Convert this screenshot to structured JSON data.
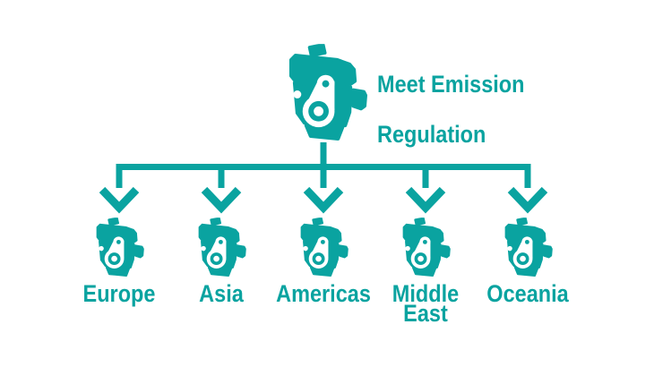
{
  "diagram": {
    "type": "tree",
    "accent_color": "#0aa3a0",
    "background_color": "#ffffff",
    "root": {
      "icon": "engine-icon",
      "title_line1": "Meet Emission",
      "title_line2": "Regulation",
      "title": "Meet Emission Regulation"
    },
    "regions": [
      {
        "icon": "engine-icon",
        "label": "Europe"
      },
      {
        "icon": "engine-icon",
        "label": "Asia"
      },
      {
        "icon": "engine-icon",
        "label": "Americas"
      },
      {
        "icon": "engine-icon",
        "label": "Middle\nEast"
      },
      {
        "icon": "engine-icon",
        "label": "Oceania"
      }
    ]
  }
}
